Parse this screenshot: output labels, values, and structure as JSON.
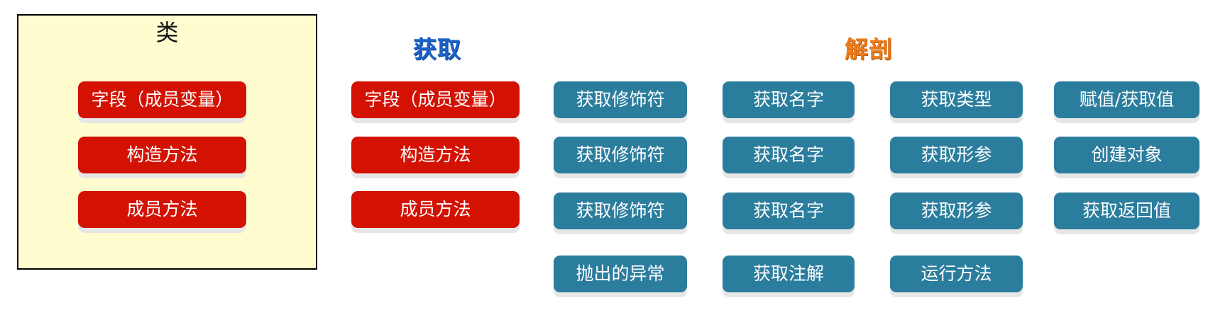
{
  "class_panel": {
    "title": "类",
    "items": [
      "字段（成员变量）",
      "构造方法",
      "成员方法"
    ]
  },
  "get_section": {
    "title": "获取",
    "items": [
      "字段（成员变量）",
      "构造方法",
      "成员方法"
    ]
  },
  "dissect_section": {
    "title": "解剖",
    "col1": [
      "获取修饰符",
      "获取修饰符",
      "获取修饰符",
      "抛出的异常"
    ],
    "col2": [
      "获取名字",
      "获取名字",
      "获取名字",
      "获取注解"
    ],
    "col3": [
      "获取类型",
      "获取形参",
      "获取形参",
      "运行方法"
    ],
    "col4": [
      "赋值/获取值",
      "创建对象",
      "获取返回值"
    ]
  },
  "colors": {
    "class_bg": "#fffdd0",
    "red_button": "#d31204",
    "teal_button": "#2b7d9d",
    "get_title": "#1a63c9",
    "dissect_title": "#ea7a19"
  }
}
